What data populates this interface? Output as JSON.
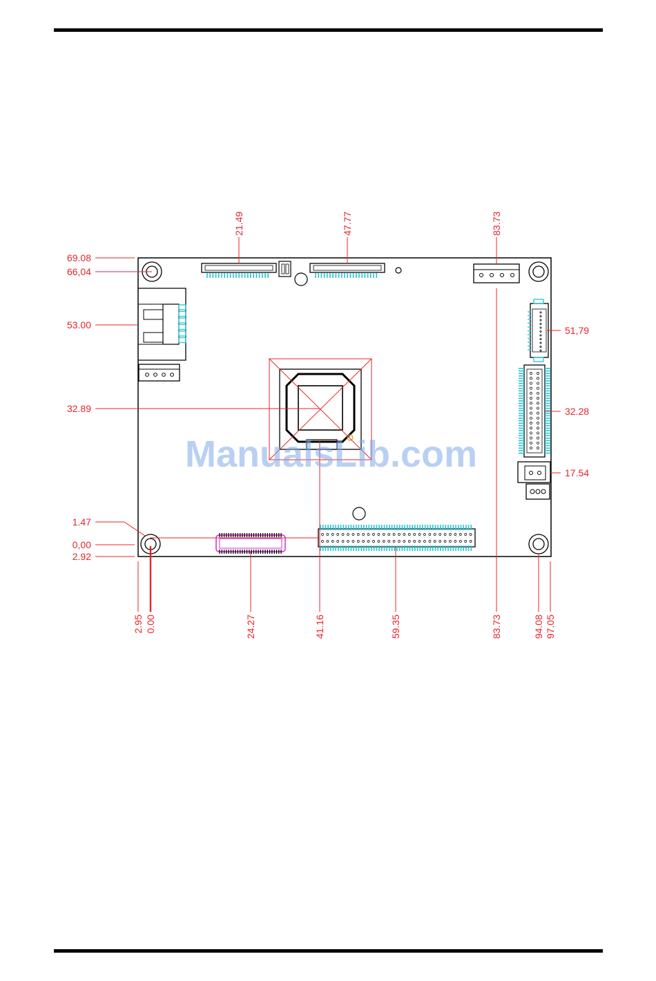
{
  "watermark": "ManualsLib.com",
  "colors": {
    "dimension": "#e8232a",
    "outline": "#000000",
    "pad": "#22c7d6",
    "connector_accent": "#d42bd4",
    "watermark": "#7fa9e8"
  },
  "dimensions": {
    "left": [
      "69.08",
      "66,04",
      "53.00",
      "32.89",
      "1.47",
      "0,00",
      "2.92"
    ],
    "right": [
      "51,79",
      "32.28",
      "17.54"
    ],
    "top": [
      "21.49",
      "47.77",
      "83.73"
    ],
    "bottom": [
      "2.95",
      "0.00",
      "24.27",
      "41.16",
      "59.35",
      "83.73",
      "94.08",
      "97.05"
    ]
  }
}
